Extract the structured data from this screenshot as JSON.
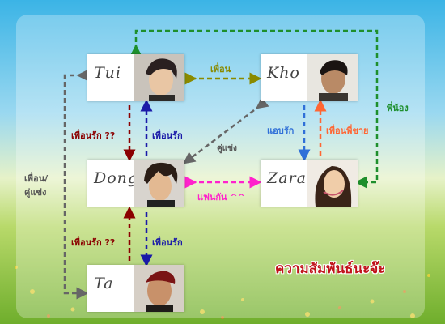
{
  "title": "ความสัมพันธ์นะจ๊ะ",
  "people": {
    "tui": "Tui",
    "kho": "Kho",
    "dong": "Dong",
    "zara": "Zara",
    "ta": "Ta"
  },
  "relations": {
    "tui_kho": "เพื่อน",
    "tui_dong_down": "เพื่อนรัก ??",
    "dong_tui_up": "เพื่อนรัก",
    "kho_zara": "แอบรัก",
    "zara_kho": "เพื่อนพี่ชาย",
    "kho_dong": "คู่แข่ง",
    "dong_zara": "แฟนกัน ^^",
    "ta_dong_up": "เพื่อนรัก ??",
    "dong_ta_down": "เพื่อนรัก",
    "tui_zara_loop": "พี่น้อง",
    "tui_ta_loop": "เพื่อน/\nคู่แข่ง"
  },
  "colors": {
    "olive": "#8a8a00",
    "darkred": "#8b0000",
    "blue": "#1a1aa8",
    "blue_light": "#2f6fd8",
    "orange": "#ff6633",
    "gray": "#666666",
    "magenta": "#ff22cc",
    "green": "#1e8f2c",
    "title_red": "#c0121a"
  }
}
